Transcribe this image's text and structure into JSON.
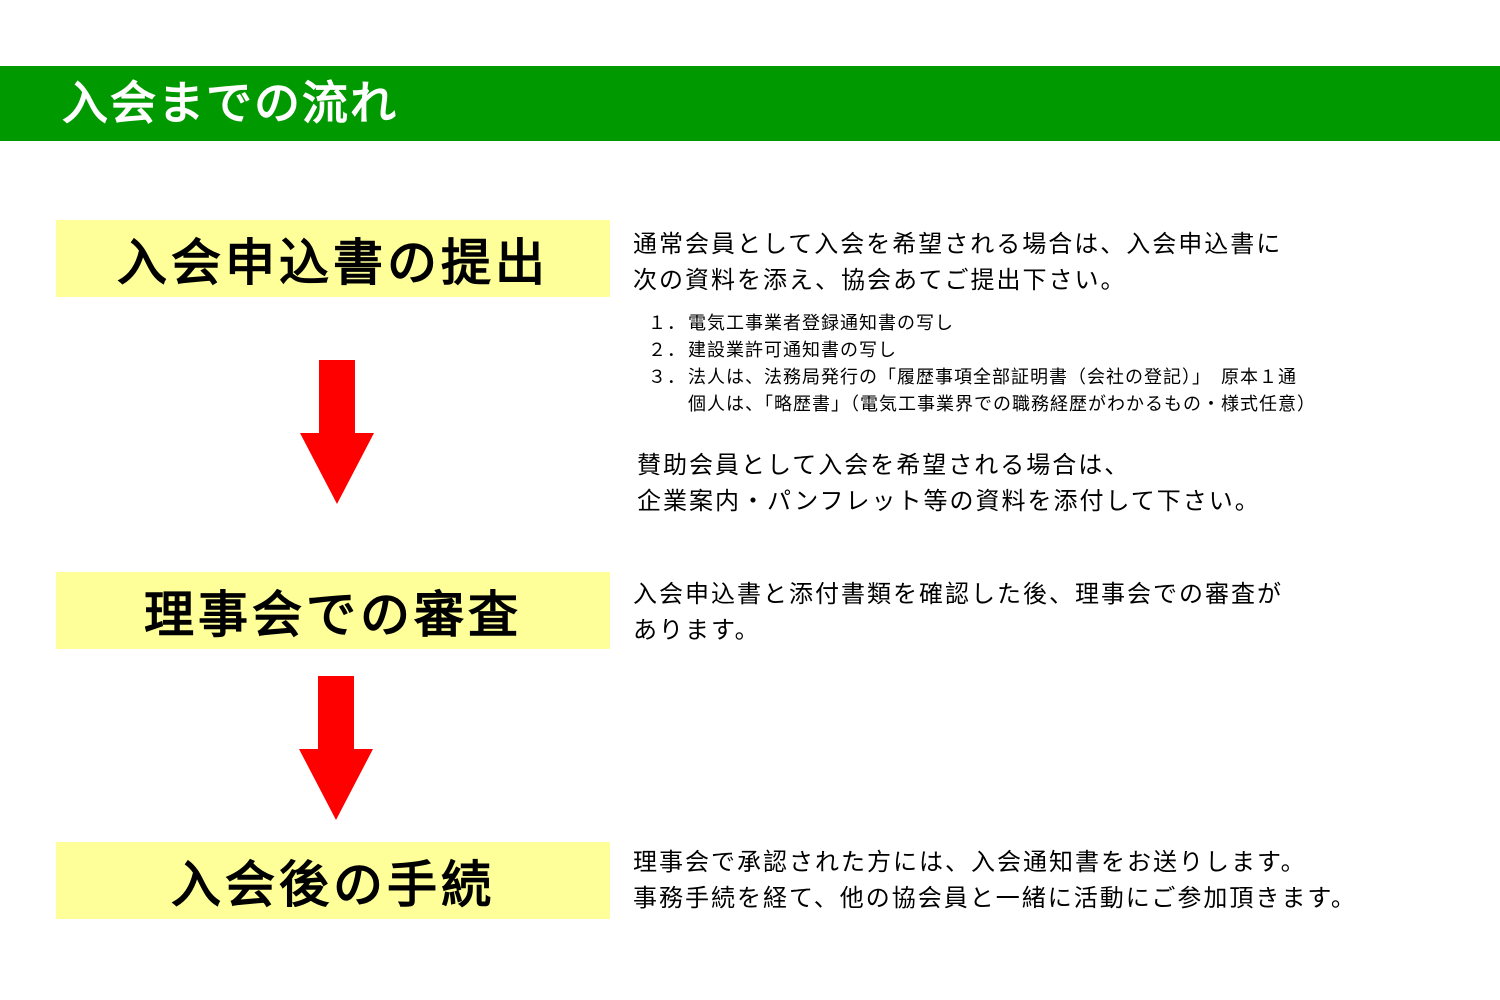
{
  "header": {
    "title": "入会までの流れ",
    "color": "#009900"
  },
  "colors": {
    "step_box": "#ffff99",
    "arrow": "#ff0000"
  },
  "steps": [
    {
      "title": "入会申込書の提出",
      "description": [
        "通常会員として入会を希望される場合は、入会申込書に",
        "次の資料を添え、協会あてご提出下さい。"
      ],
      "documents": [
        {
          "num": "１．",
          "text": "電気工事業者登録通知書の写し"
        },
        {
          "num": "２．",
          "text": "建設業許可通知書の写し"
        },
        {
          "num": "３．",
          "text": "法人は、法務局発行の「履歴事項全部証明書（会社の登記）」　原本１通",
          "sub": "個人は、「略歴書」（電気工事業界での職務経歴がわかるもの・様式任意）"
        }
      ],
      "supporting_note": [
        "賛助会員として入会を希望される場合は、",
        "企業案内・パンフレット等の資料を添付して下さい。"
      ]
    },
    {
      "title": "理事会での審査",
      "description": [
        "入会申込書と添付書類を確認した後、理事会での審査が",
        "あります。"
      ]
    },
    {
      "title": "入会後の手続",
      "description": [
        "理事会で承認された方には、入会通知書をお送りします。",
        "事務手続を経て、他の協会員と一緒に活動にご参加頂きます。"
      ]
    }
  ]
}
